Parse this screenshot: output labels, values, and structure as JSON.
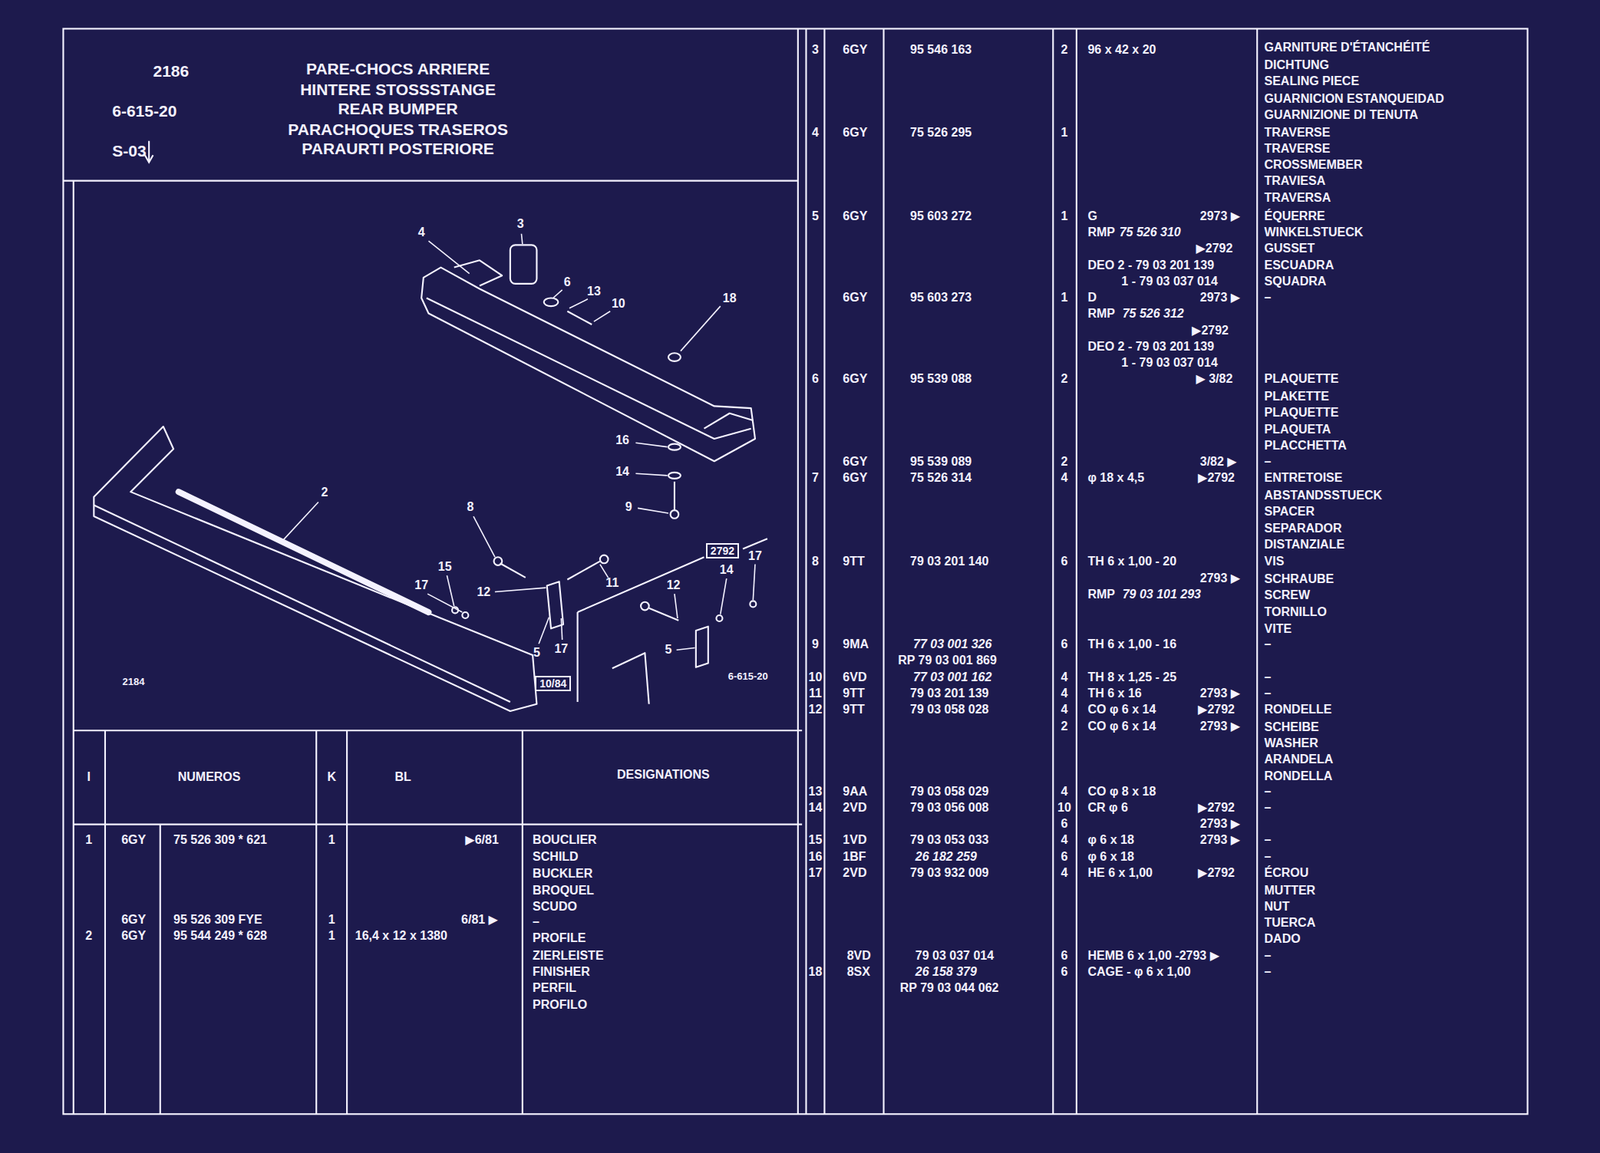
{
  "diagram": {
    "title": "PARE-CHOCS ARRIERE",
    "nodes": [
      {
        "text": [
          "2792"
        ]
      },
      {
        "text": [
          "10/84"
        ]
      }
    ],
    "labels": [
      "2186",
      "6-615-20",
      "S-03",
      "HINTERE STOSSSTANGE",
      "REAR BUMPER",
      "PARACHOQUES TRASEROS",
      "PARAURTI POSTERIORE",
      "4",
      "3",
      "6",
      "13",
      "10",
      "18",
      "16",
      "14",
      "9",
      "2",
      "8",
      "15",
      "17",
      "12",
      "11",
      "5",
      "17",
      "17",
      "12",
      "14",
      "5",
      "2184",
      "6-615-20",
      "I",
      "NUMEROS",
      "K",
      "BL",
      "DESIGNATIONS",
      "1",
      "6GY",
      "75 526 309 * 621",
      "1",
      "▶6/81",
      "BOUCLIER",
      "SCHILD",
      "BUCKLER",
      "BROQUEL",
      "SCUDO",
      "6GY",
      "95 526 309 FYE",
      "1",
      "6/81 ▶",
      "–",
      "2",
      "6GY",
      "95 544 249 * 628",
      "1",
      "16,4 x 12 x 1380",
      "PROFILE",
      "ZIERLEISTE",
      "FINISHER",
      "PERFIL",
      "PROFILO",
      "3",
      "6GY",
      "95 546 163",
      "2",
      "96 x 42 x 20",
      "GARNITURE D'ÉTANCHÉITÉ",
      "DICHTUNG",
      "SEALING PIECE",
      "GUARNICION ESTANQUEIDAD",
      "GUARNIZIONE DI TENUTA",
      "4",
      "6GY",
      "75 526 295",
      "1",
      "TRAVERSE",
      "TRAVERSE",
      "CROSSMEMBER",
      "TRAVIESA",
      "TRAVERSA",
      "5",
      "6GY",
      "95 603 272",
      "1",
      "G",
      "2973 ▶",
      "RMP",
      "75 526 310",
      "▶2792",
      "DEO 2 - 79 03 201 139",
      "1 - 79 03 037 014",
      "ÉQUERRE",
      "WINKELSTUECK",
      "GUSSET",
      "ESCUADRA",
      "SQUADRA",
      "6GY",
      "95 603 273",
      "1",
      "D",
      "2973 ▶",
      "RMP",
      "75 526 312",
      "▶2792",
      "DEO 2 - 79 03 201 139",
      "1 - 79 03 037 014",
      "–",
      "6",
      "6GY",
      "95 539 088",
      "2",
      "▶ 3/82",
      "PLAQUETTE",
      "PLAKETTE",
      "PLAQUETTE",
      "PLAQUETA",
      "PLACCHETTA",
      "6GY",
      "95 539 089",
      "2",
      "3/82 ▶",
      "–",
      "7",
      "6GY",
      "75 526 314",
      "4",
      "φ 18 x 4,5",
      "▶2792",
      "ENTRETOISE",
      "ABSTANDSSTUECK",
      "SPACER",
      "SEPARADOR",
      "DISTANZIALE",
      "8",
      "9TT",
      "79 03 201 140",
      "6",
      "TH 6 x 1,00 - 20",
      "2793 ▶",
      "RMP",
      "79 03 101 293",
      "VIS",
      "SCHRAUBE",
      "SCREW",
      "TORNILLO",
      "VITE",
      "9",
      "9MA",
      "77 03 001 326",
      "RP 79 03 001 869",
      "6",
      "TH 6 x 1,00 - 16",
      "–",
      "10",
      "6VD",
      "77 03 001 162",
      "4",
      "TH 8 x 1,25 - 25",
      "–",
      "11",
      "9TT",
      "79 03 201 139",
      "4",
      "TH 6 x 16",
      "2793 ▶",
      "–",
      "12",
      "9TT",
      "79 03 058 028",
      "4",
      "CO φ 6 x 14",
      "▶2792",
      "RONDELLE",
      "SCHEIBE",
      "WASHER",
      "ARANDELA",
      "RONDELLA",
      "2",
      "CO φ 6 x 14",
      "2793 ▶",
      "13",
      "9AA",
      "79 03 058 029",
      "4",
      "CO φ 8 x 18",
      "–",
      "14",
      "2VD",
      "79 03 056 008",
      "10",
      "CR φ 6",
      "▶2792",
      "–",
      "6",
      "2793 ▶",
      "15",
      "1VD",
      "79 03 053 033",
      "4",
      "φ 6 x 18",
      "2793 ▶",
      "–",
      "16",
      "1BF",
      "26 182 259",
      "6",
      "φ 6 x 18",
      "–",
      "17",
      "2VD",
      "79 03 932 009",
      "4",
      "HE 6 x 1,00",
      "▶2792",
      "ÉCROU",
      "MUTTER",
      "NUT",
      "TUERCA",
      "DADO",
      "8VD",
      "79 03 037 014",
      "6",
      "HEMB 6 x 1,00 -2793 ▶",
      "–",
      "18",
      "8SX",
      "26 158 379",
      "6",
      "CAGE - φ 6 x 1,00",
      "–",
      "RP 79 03 044 062"
    ]
  }
}
